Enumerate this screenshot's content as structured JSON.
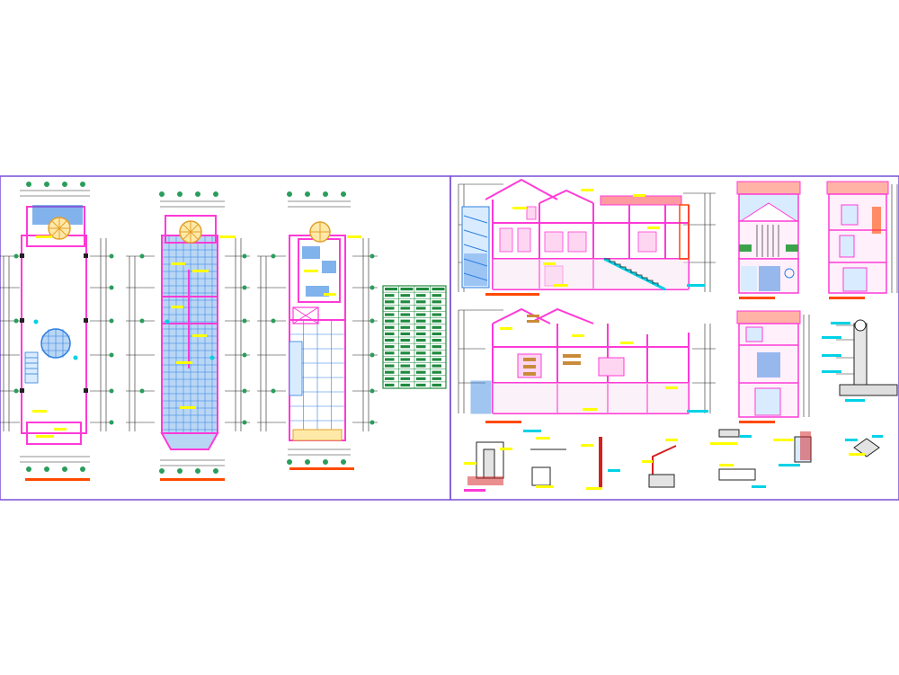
{
  "window": {
    "canvas_background": "#ffffff"
  },
  "colors": {
    "frame": "#7a4fd6",
    "wall": "#ff3ad7",
    "grid_tile": "#2d7fe0",
    "tile_fill": "#b9d6f5",
    "dimension": "#222222",
    "axis_bubble": "#2a9d5c",
    "annotation": "#ffff00",
    "accent_cyan": "#00d2e6",
    "title_bar": "#ff4a00",
    "schedule_table": "#1f8a3e",
    "stair_spiral": "#e3a02a",
    "detail_red": "#d62020"
  },
  "sheets": {
    "left": {
      "plans": [
        {
          "id": "plan-1"
        },
        {
          "id": "plan-2"
        },
        {
          "id": "plan-3"
        }
      ],
      "schedule_table": {
        "rows": 16,
        "cols": 4
      }
    },
    "right": {
      "sections": [
        {
          "id": "section-a"
        },
        {
          "id": "section-b"
        }
      ],
      "elevations": [
        {
          "id": "elevation-front"
        },
        {
          "id": "elevation-side"
        },
        {
          "id": "elevation-rear"
        }
      ],
      "details_count": 10
    }
  }
}
